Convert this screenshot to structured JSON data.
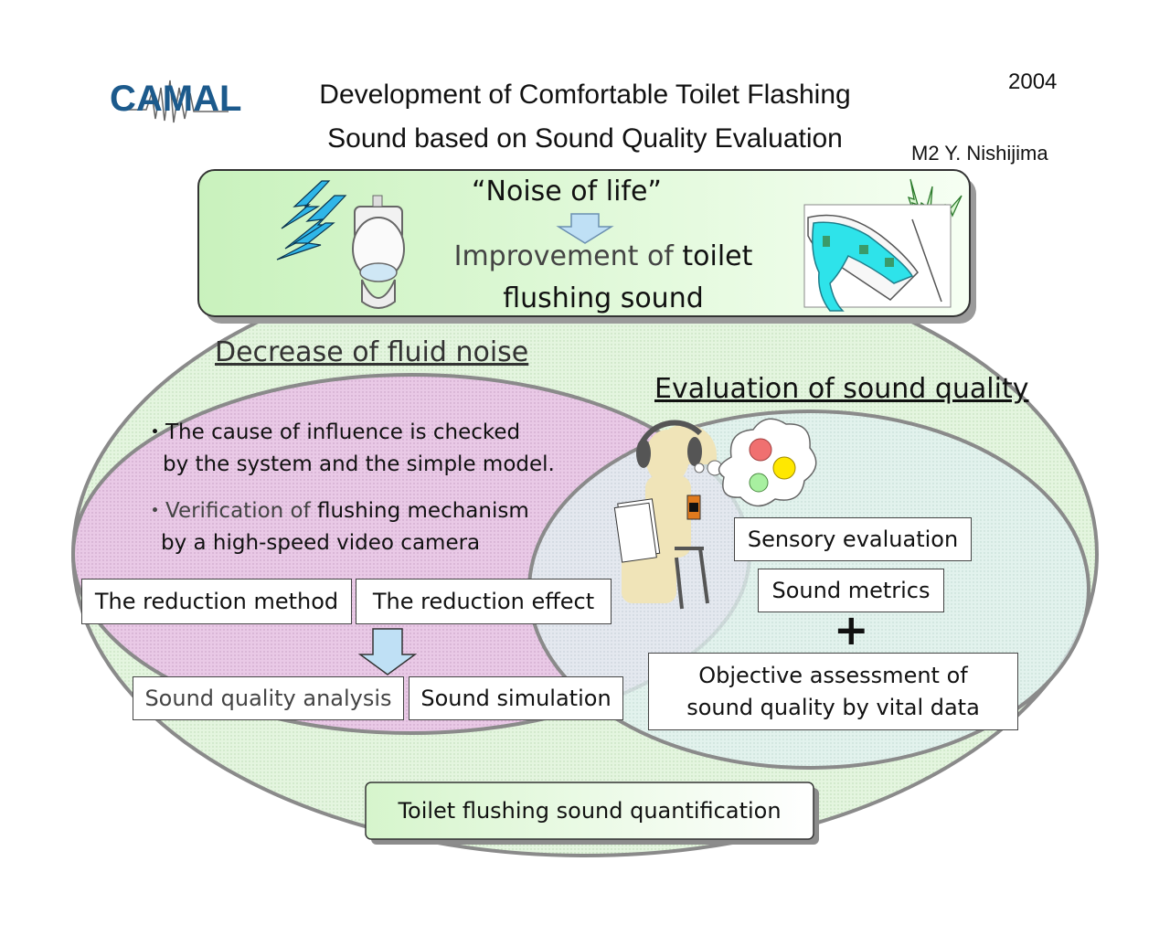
{
  "header": {
    "logo_text": "CAMAL",
    "title_line1": "Development of Comfortable Toilet Flashing",
    "title_line2": "Sound based on Sound Quality Evaluation",
    "year": "2004",
    "author": "M2  Y. Nishijima"
  },
  "top_panel": {
    "quote": "“Noise of  life”",
    "improvement_line1_a": "Improvement of",
    "improvement_line1_b": " toilet",
    "improvement_line2": "flushing sound"
  },
  "left_region": {
    "heading": "Decrease of fluid noise",
    "bullet1_line1": "・The cause of influence is checked",
    "bullet1_line2": "by the system and the simple model.",
    "bullet2_line1_a": "・Verification of",
    "bullet2_line1_b": " flushing mechanism",
    "bullet2_line2": "by a high-speed video camera",
    "reduction_method": "The reduction method",
    "reduction_effect": "The reduction effect",
    "sound_quality_analysis": "Sound quality analysis",
    "sound_simulation": "Sound simulation"
  },
  "right_region": {
    "heading": "Evaluation of sound quality",
    "sensory_evaluation": "Sensory evaluation",
    "sound_metrics": "Sound metrics",
    "plus": "+",
    "objective_line1": "Objective assessment of",
    "objective_line2": "sound quality by vital data"
  },
  "bottom": {
    "quantification": "Toilet flushing sound quantification"
  },
  "colors": {
    "outer_fill": "#e8f7e4",
    "left_fill": "#e6c6e4",
    "right_fill": "#dff0f0",
    "top_panel_fill": "#d7f7cf",
    "arrow_fill": "#bfe0f5",
    "lightning": "#2fb6e8",
    "logo_blue": "#1c5a8c"
  }
}
